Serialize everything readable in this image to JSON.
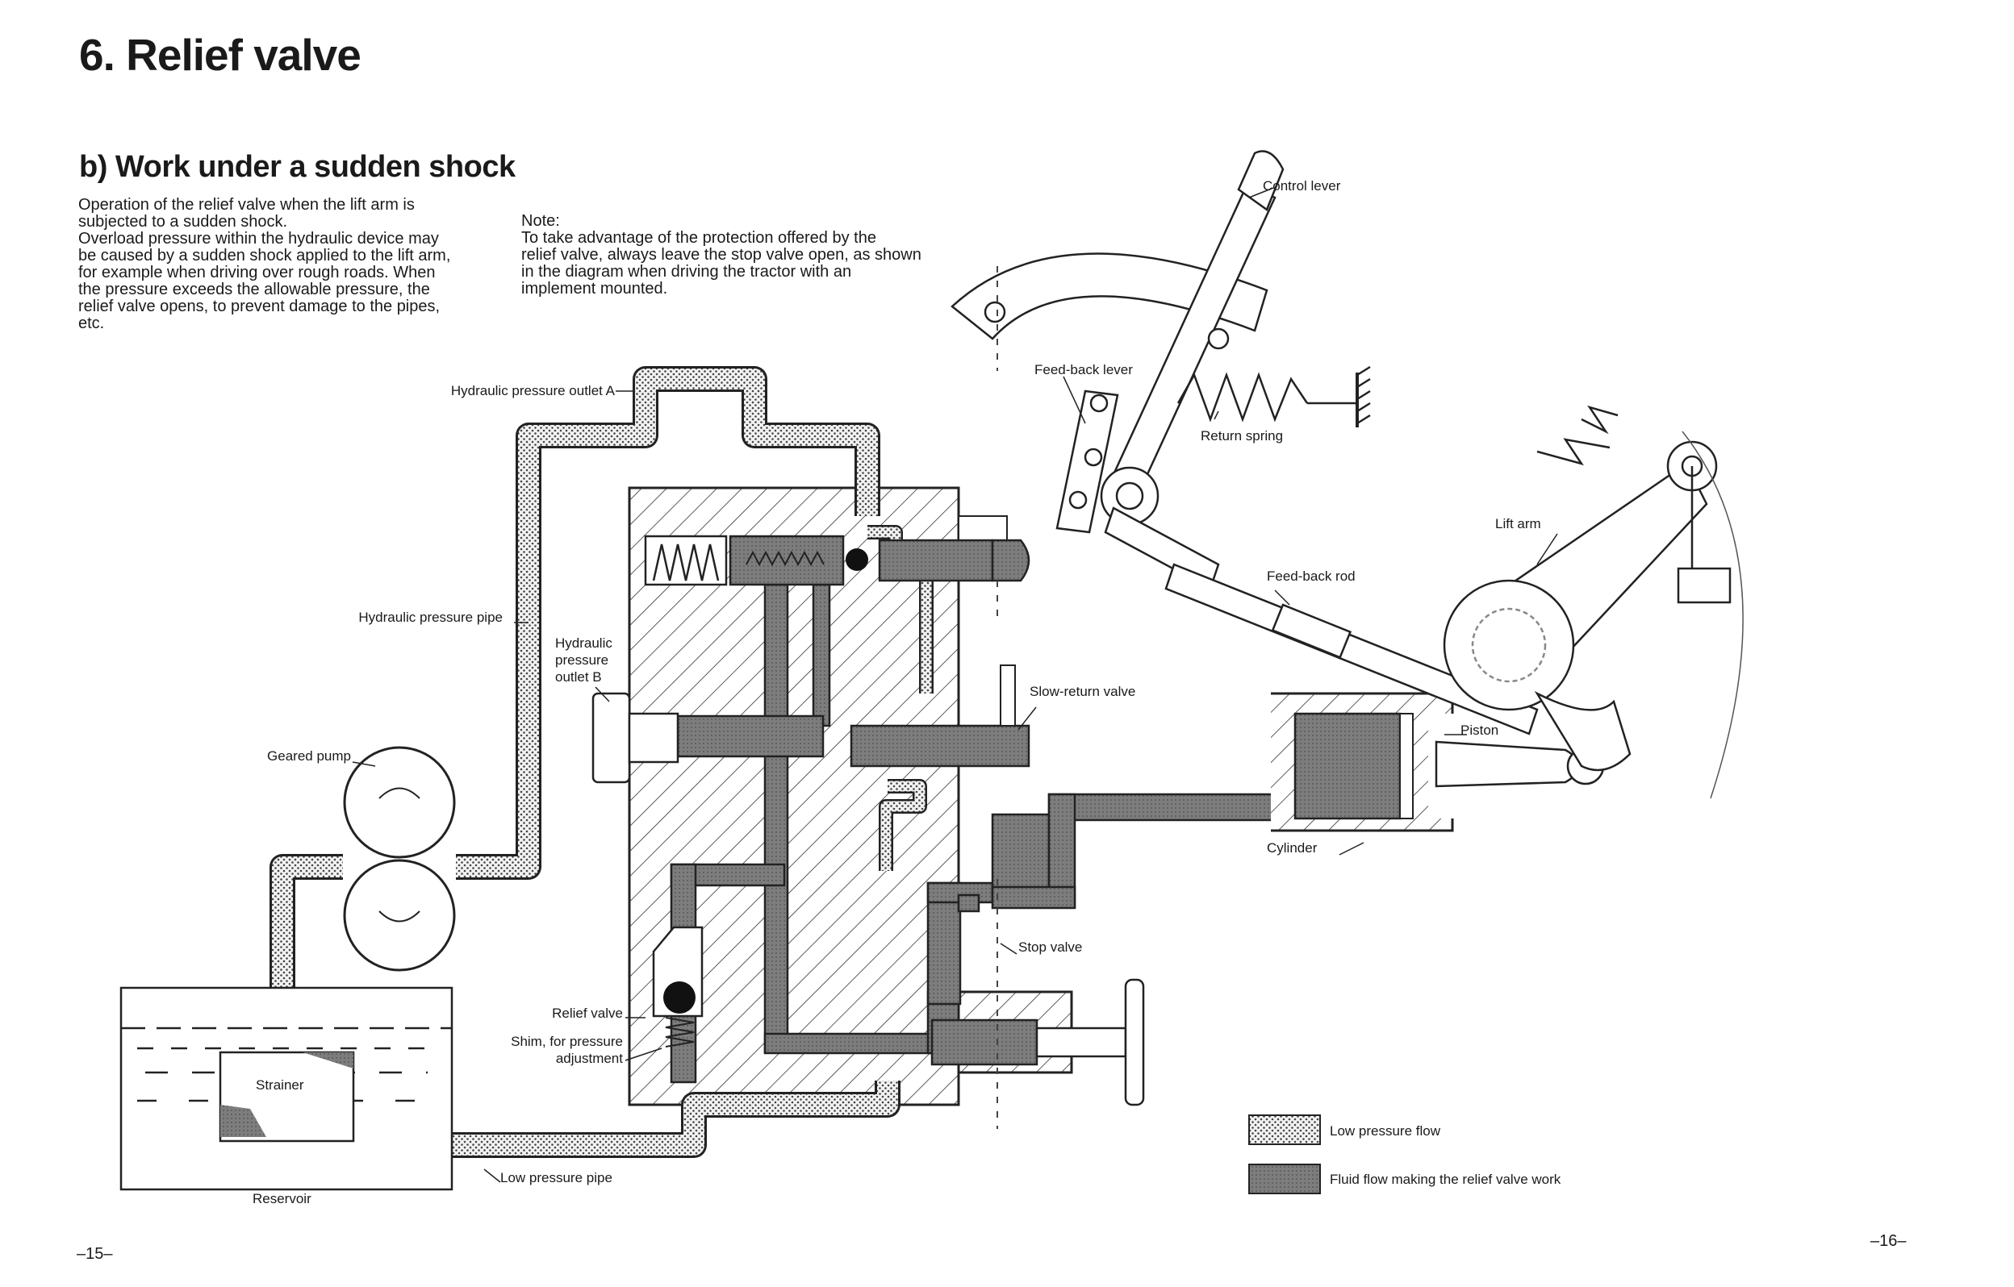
{
  "page": {
    "title": "6. Relief valve",
    "subtitle": "b) Work under a sudden shock",
    "intro": "Operation of the relief valve when the lift arm is\nsubjected to a sudden shock.\nOverload pressure within the hydraulic device may\nbe caused by a sudden shock applied to the lift arm,\nfor example when driving over rough roads. When\nthe pressure exceeds the allowable pressure, the\nrelief valve opens, to prevent damage to the pipes,\netc.",
    "note_heading": "Note:",
    "note_body": "To take advantage of the protection offered by the\nrelief valve, always leave the stop valve open, as shown\nin the diagram when driving the tractor with an\nimplement mounted.",
    "page_left": "–15–",
    "page_right": "–16–"
  },
  "labels": {
    "control_lever": "Control lever",
    "feed_back_lever": "Feed-back lever",
    "return_spring": "Return spring",
    "lift_arm": "Lift arm",
    "feed_back_rod": "Feed-back rod",
    "hydraulic_pressure_outlet_a": "Hydraulic pressure outlet A",
    "hydraulic_pressure_pipe": "Hydraulic pressure pipe",
    "outlet_b_line1": "Hydraulic",
    "outlet_b_line2": "pressure",
    "outlet_b_line3": "outlet B",
    "slow_return_valve": "Slow-return valve",
    "piston": "Piston",
    "cylinder": "Cylinder",
    "geared_pump": "Geared pump",
    "stop_valve": "Stop valve",
    "relief_valve": "Relief valve",
    "shim_line1": "Shim, for pressure",
    "shim_line2": "adjustment",
    "strainer": "Strainer",
    "low_pressure_pipe": "Low pressure pipe",
    "reservoir": "Reservoir"
  },
  "legend": {
    "low_pressure": "Low pressure flow",
    "relief_flow": "Fluid flow making the relief valve work"
  }
}
